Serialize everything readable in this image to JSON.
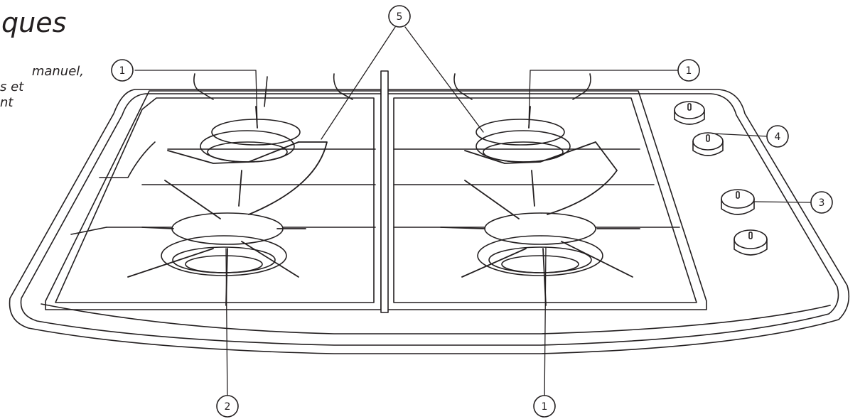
{
  "heading": "ques",
  "intro_lines": [
    "manuel,",
    "s et",
    "nt"
  ],
  "colors": {
    "line": "#231f20",
    "fill": "#ffffff"
  },
  "callouts": [
    {
      "id": "c1-top-left",
      "label": "1"
    },
    {
      "id": "c5-top",
      "label": "5"
    },
    {
      "id": "c1-top-right",
      "label": "1"
    },
    {
      "id": "c4-right",
      "label": "4"
    },
    {
      "id": "c3-right",
      "label": "3"
    },
    {
      "id": "c2-bottom",
      "label": "2"
    },
    {
      "id": "c1-bottom",
      "label": "1"
    }
  ]
}
